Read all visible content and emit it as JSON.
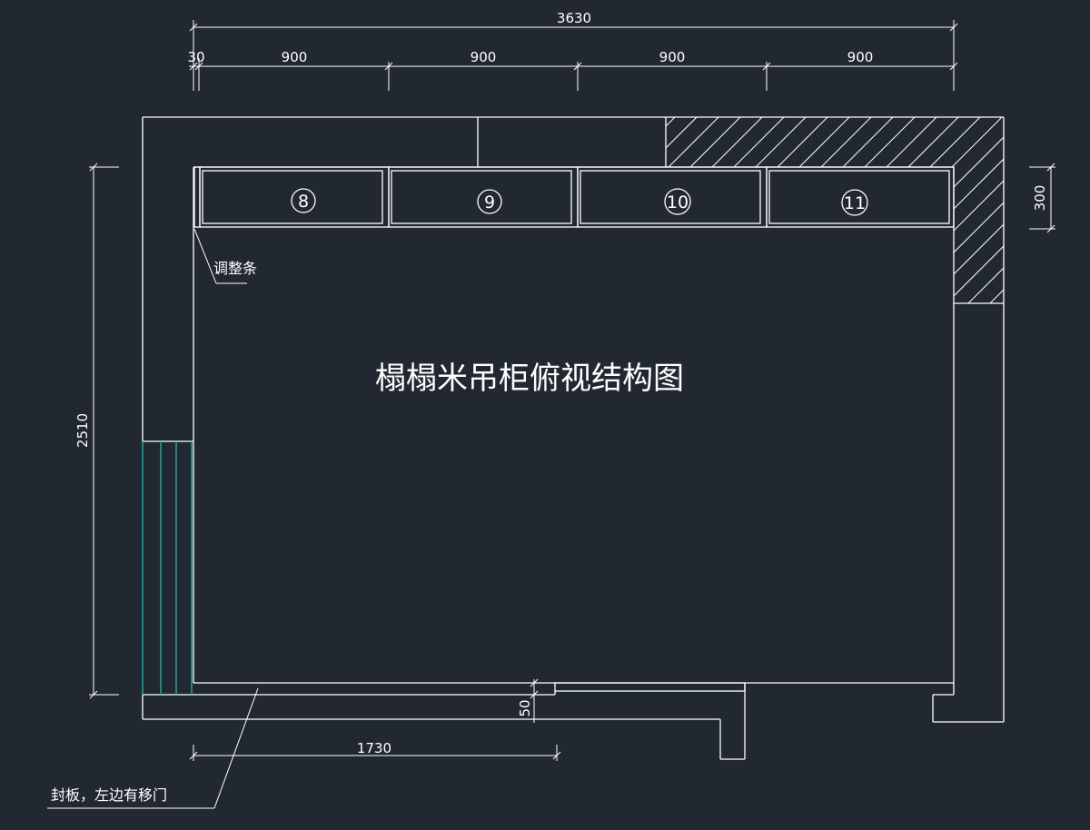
{
  "title": "榻榻米吊柜俯视结构图",
  "dimensions": {
    "total_width": "3630",
    "seg_left": "30",
    "seg_1": "900",
    "seg_2": "900",
    "seg_3": "900",
    "seg_4": "900",
    "depth": "300",
    "height": "2510",
    "bottom_length": "1730",
    "gap": "50"
  },
  "cabinets": [
    "8",
    "9",
    "10",
    "11"
  ],
  "annotations": {
    "adjust_strip": "调整条",
    "seal_board": "封板，左边有移门"
  },
  "colors": {
    "background": "#222831",
    "line": "#ffffff",
    "sliding_door": "#1fa39a"
  }
}
